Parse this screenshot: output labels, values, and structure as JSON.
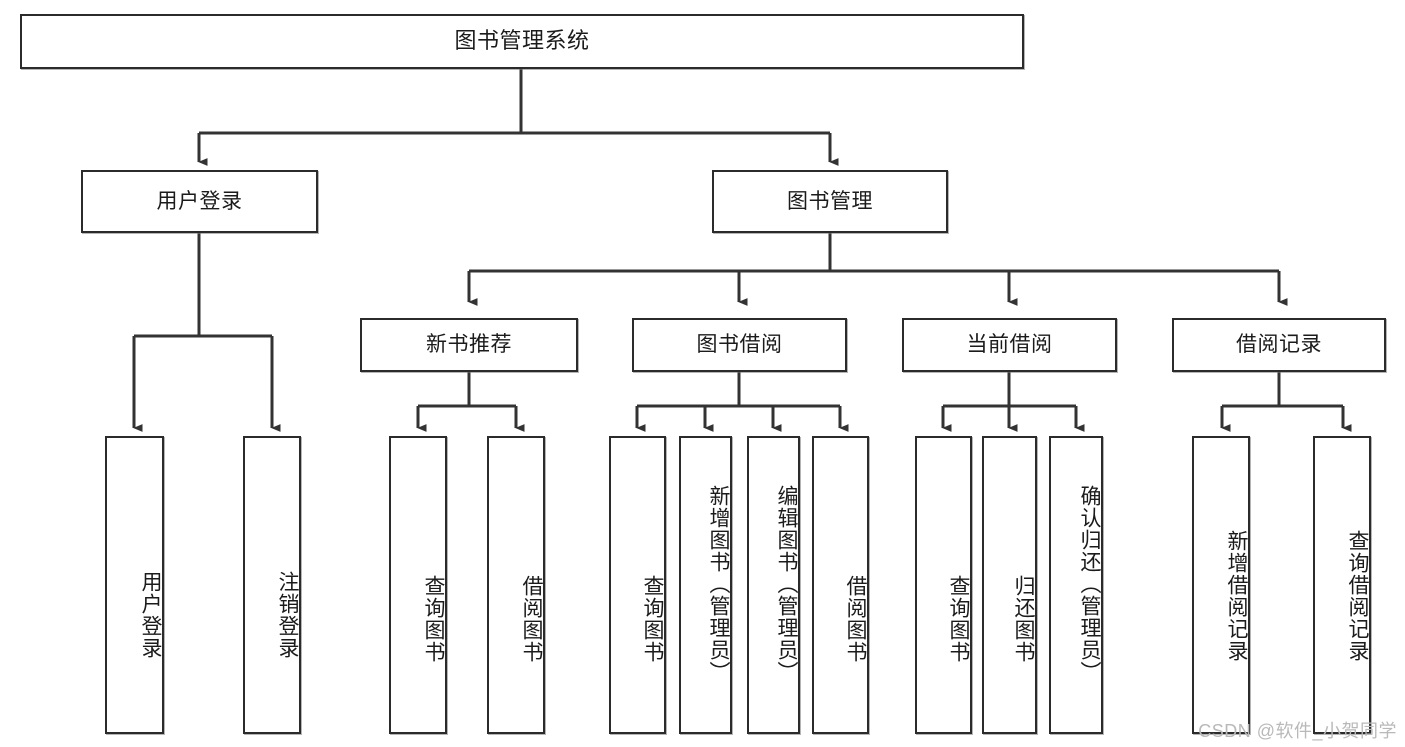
{
  "diagram": {
    "title": "图书管理系统",
    "watermark": "CSDN @软件_小贺同学",
    "colors": {
      "box_border": "#2b2b2b",
      "box_fill": "#ffffff",
      "edge": "#333333",
      "text": "#1b1b1b",
      "watermark": "#b9b9b9",
      "background": "#ffffff"
    },
    "levels": {
      "root": "图书管理系统",
      "level2": [
        "用户登录",
        "图书管理"
      ],
      "level3": [
        "新书推荐",
        "图书借阅",
        "当前借阅",
        "借阅记录"
      ]
    },
    "nodes": {
      "root": {
        "label": "图书管理系统",
        "orientation": "horizontal"
      },
      "user_login": {
        "label": "用户登录",
        "orientation": "horizontal"
      },
      "book_manage": {
        "label": "图书管理",
        "orientation": "horizontal"
      },
      "new_book_rec": {
        "label": "新书推荐",
        "orientation": "horizontal"
      },
      "book_borrow": {
        "label": "图书借阅",
        "orientation": "horizontal"
      },
      "current_borrow": {
        "label": "当前借阅",
        "orientation": "horizontal"
      },
      "borrow_record": {
        "label": "借阅记录",
        "orientation": "horizontal"
      },
      "leaf_user_login": {
        "label": "用户登录",
        "orientation": "vertical"
      },
      "leaf_user_logout": {
        "label": "注销登录",
        "orientation": "vertical"
      },
      "leaf_query_book_1": {
        "label": "查询图书",
        "orientation": "vertical"
      },
      "leaf_borrow_book_1": {
        "label": "借阅图书",
        "orientation": "vertical"
      },
      "leaf_query_book_2": {
        "label": "查询图书",
        "orientation": "vertical"
      },
      "leaf_add_book": {
        "label": "新增图书（管理员）",
        "orientation": "vertical"
      },
      "leaf_edit_book": {
        "label": "编辑图书（管理员）",
        "orientation": "vertical"
      },
      "leaf_borrow_book_2": {
        "label": "借阅图书",
        "orientation": "vertical"
      },
      "leaf_query_book_3": {
        "label": "查询图书",
        "orientation": "vertical"
      },
      "leaf_return_book": {
        "label": "归还图书",
        "orientation": "vertical"
      },
      "leaf_confirm_return": {
        "label": "确认归还（管理员）",
        "orientation": "vertical"
      },
      "leaf_add_record": {
        "label": "新增借阅记录",
        "orientation": "vertical"
      },
      "leaf_query_record": {
        "label": "查询借阅记录",
        "orientation": "vertical"
      }
    },
    "edges": [
      {
        "from": "root",
        "to": "user_login"
      },
      {
        "from": "root",
        "to": "book_manage"
      },
      {
        "from": "user_login",
        "to": "leaf_user_login"
      },
      {
        "from": "user_login",
        "to": "leaf_user_logout"
      },
      {
        "from": "book_manage",
        "to": "new_book_rec"
      },
      {
        "from": "book_manage",
        "to": "book_borrow"
      },
      {
        "from": "book_manage",
        "to": "current_borrow"
      },
      {
        "from": "book_manage",
        "to": "borrow_record"
      },
      {
        "from": "new_book_rec",
        "to": "leaf_query_book_1"
      },
      {
        "from": "new_book_rec",
        "to": "leaf_borrow_book_1"
      },
      {
        "from": "book_borrow",
        "to": "leaf_query_book_2"
      },
      {
        "from": "book_borrow",
        "to": "leaf_add_book"
      },
      {
        "from": "book_borrow",
        "to": "leaf_edit_book"
      },
      {
        "from": "book_borrow",
        "to": "leaf_borrow_book_2"
      },
      {
        "from": "current_borrow",
        "to": "leaf_query_book_3"
      },
      {
        "from": "current_borrow",
        "to": "leaf_return_book"
      },
      {
        "from": "current_borrow",
        "to": "leaf_confirm_return"
      },
      {
        "from": "borrow_record",
        "to": "leaf_add_record"
      },
      {
        "from": "borrow_record",
        "to": "leaf_query_record"
      }
    ]
  }
}
